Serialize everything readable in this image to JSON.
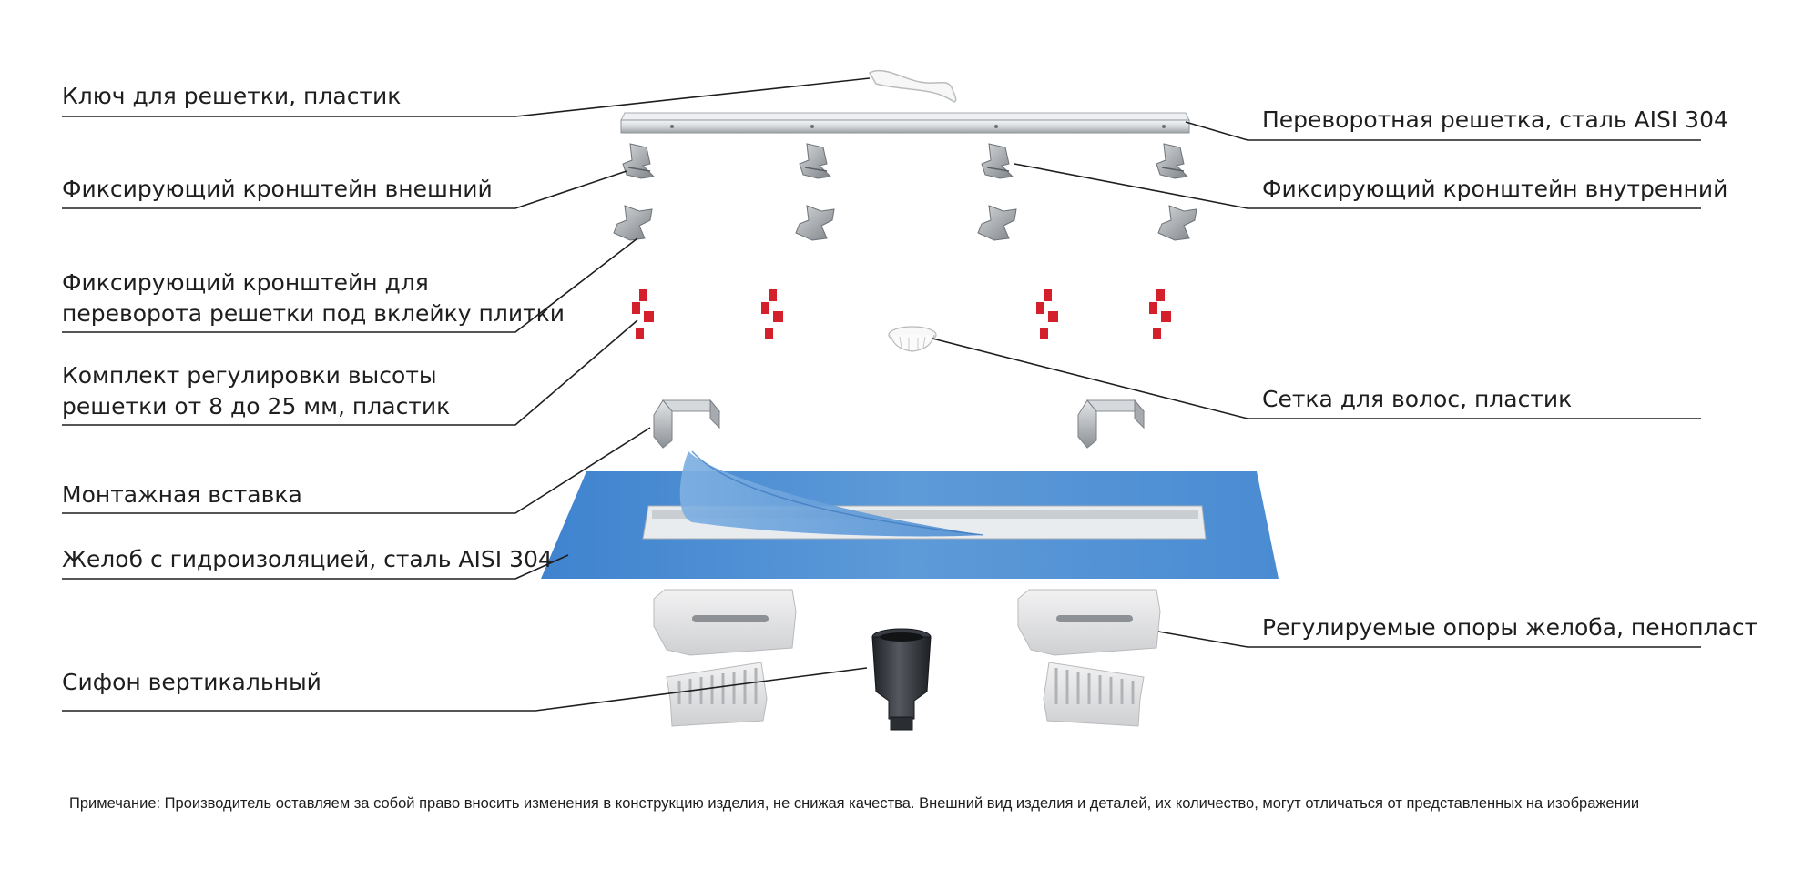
{
  "labels": {
    "key": "Ключ для решетки, пластик",
    "bracket_outer": "Фиксирующий кронштейн внешний",
    "bracket_flip_line1": "Фиксирующий кронштейн для",
    "bracket_flip_line2": "переворота решетки под вклейку плитки",
    "height_kit_line1": "Комплект регулировки высоты",
    "height_kit_line2": "решетки от 8 до 25 мм, пластик",
    "mount_insert": "Монтажная вставка",
    "channel": "Желоб с гидроизоляцией, сталь AISI 304",
    "siphon": "Сифон вертикальный",
    "grate": "Переворотная решетка, сталь AISI 304",
    "bracket_inner": "Фиксирующий кронштейн внутренний",
    "hair_strainer": "Сетка для волос, пластик",
    "supports": "Регулируемые опоры желоба, пенопласт"
  },
  "note": "Примечание: Производитель оставляем за собой право вносить изменения в конструкцию изделия, не снижая качества. Внешний вид изделия и деталей, их количество, могут отличаться от представленных на изображении",
  "colors": {
    "leader_line": "#1e1e1e",
    "membrane": "#4f8fd3",
    "steel": "#c9ccd0",
    "red_parts": "#d4202a",
    "foam": "#e9e9ea",
    "siphon": "#2b2e33"
  }
}
